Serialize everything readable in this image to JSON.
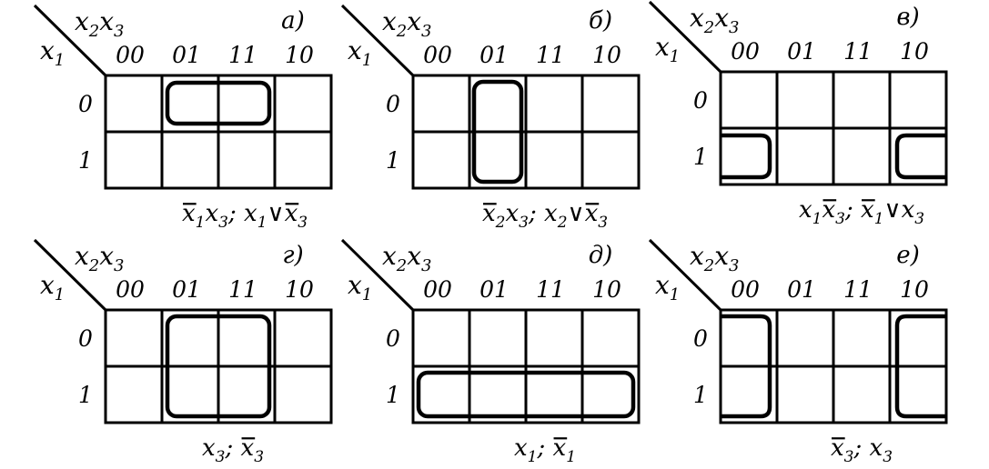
{
  "labels": {
    "column_var": "x2x3",
    "row_var": "x1",
    "column_codes": [
      "00",
      "01",
      "11",
      "10"
    ],
    "row_codes": [
      "0",
      "1"
    ]
  },
  "maps": [
    {
      "tag": "а)",
      "loop": "row 0, columns 01–11",
      "caption": "x̄1x3; x1∨x̄3"
    },
    {
      "tag": "б)",
      "loop": "column 01, rows 0–1",
      "caption": "x̄2x3; x2∨x̄3"
    },
    {
      "tag": "в)",
      "loop": "row 1, columns 00 and 10 (wrap-around)",
      "caption": "x1x̄3; x̄1∨x3"
    },
    {
      "tag": "г)",
      "loop": "rows 0–1, columns 01–11",
      "caption": "x3; x̄3"
    },
    {
      "tag": "д)",
      "loop": "row 1, all columns",
      "caption": "x1; x̄1"
    },
    {
      "tag": "е)",
      "loop": "rows 0–1, columns 00 and 10 (wrap-around)",
      "caption": "x̄3; x3"
    }
  ]
}
